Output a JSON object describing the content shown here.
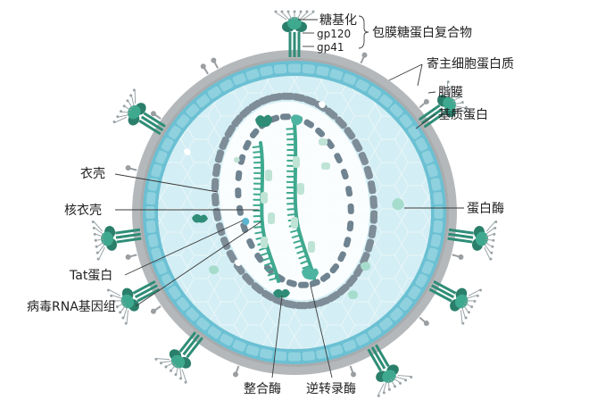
{
  "colors": {
    "envelope_outer": "#b5b8ba",
    "matrix_ring": "#6bc0d3",
    "matrix_block": "#8fd1de",
    "interior": "#d3eef4",
    "capsid_block": "#7e8d98",
    "core_fill": "#ffffff",
    "rna_strand": "#3fa98f",
    "glycoprotein": "#2f8d77",
    "enzyme_light": "#a6dccb",
    "leader_line": "#3a3a3a"
  },
  "labels": {
    "glycosylation": "糖基化",
    "gp120": "gp120",
    "gp41": "gp41",
    "envelope_glycoprotein_complex": "包膜糖蛋白复合物",
    "host_cell_protein": "寄主细胞蛋白质",
    "lipid_membrane": "脂膜",
    "matrix_protein": "基质蛋白",
    "capsid": "衣壳",
    "nucleocapsid": "核衣壳",
    "protease": "蛋白酶",
    "tat_protein": "Tat蛋白",
    "rna_genome": "病毒RNA基因组",
    "integrase": "整合酶",
    "reverse_transcriptase": "逆转录酶"
  },
  "icons": {
    "spike": "envelope-glycoprotein-spike-icon",
    "host_protein": "host-cell-protein-icon",
    "enzyme": "enzyme-molecule-icon"
  }
}
